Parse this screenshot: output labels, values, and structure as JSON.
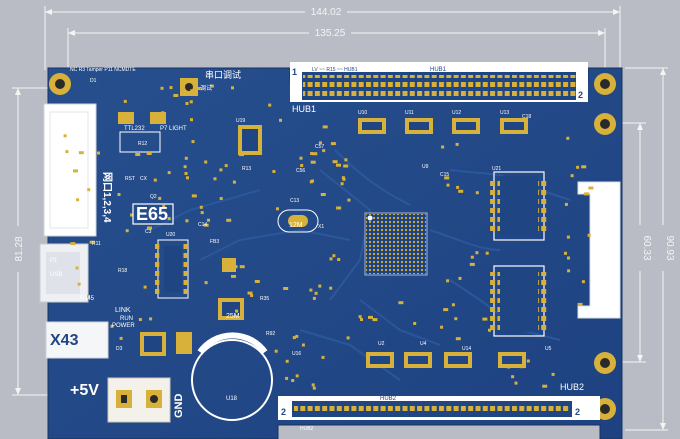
{
  "dimensions": {
    "overall_width": "144.02",
    "hole_spacing": "135.25",
    "left_height": "81.28",
    "right_outer_height": "90.93",
    "right_inner_height": "60.33"
  },
  "silkscreen": {
    "model": "E65",
    "connector_label": "X43",
    "power_label": "+5V",
    "ground_label": "GND",
    "hub_top": "HUB1",
    "hub_bottom": "HUB2",
    "hub_top_title": "HUB1",
    "hub_bottom_title": "HUB2",
    "pin_one": "1",
    "pin_two": "2",
    "serial_text": "串口调试",
    "port_text": "网口1,2,3,4",
    "usb": "USB",
    "rj45": "RJ45",
    "p1": "P1",
    "crystal_12": "12M",
    "crystal_25": "25M",
    "link": "LINK",
    "run": "RUN",
    "power_led": "POWER",
    "u18": "U18",
    "top_header": "LV ~~ R15 ~~ HUB1",
    "bottom_header": "HUB2",
    "mini_top_left": "NC    R3 Tamper P11 NCMDTE",
    "mini_debug": "调试",
    "mini_ttl": "TTL232",
    "mini_light": "P7 LIGHT",
    "mini_u19": "U19",
    "mini_u2": "U2",
    "mini_u4": "U4",
    "mini_u5": "U5",
    "mini_u10": "U10",
    "mini_u11": "U11",
    "mini_u12": "U12",
    "mini_u13": "U13",
    "mini_u14": "U14",
    "mini_u16": "U16",
    "mini_u20": "U20",
    "mini_u21": "U21",
    "mini_x1": "X1",
    "mini_c15": "C15",
    "mini_c18": "C18",
    "mini_d1": "D1",
    "mini_r12": "R12",
    "mini_r13": "R13",
    "mini_rst": "RST",
    "mini_cx": "CX",
    "mini_fb3": "FB3",
    "mini_q2": "Q2",
    "mini_r35": "R35",
    "mini_r18": "R18",
    "mini_r11": "R11",
    "mini_c57": "C57",
    "mini_c56": "C56",
    "mini_c13": "C13",
    "mini_c14": "C14",
    "mini_u9": "U9",
    "mini_c3": "C3",
    "mini_r92": "R92",
    "mini_d3": "D3"
  },
  "colors": {
    "board": "#234a86",
    "board_dark": "#1a3a70",
    "gold": "#d8b13a",
    "silk": "#ffffff",
    "background": "#b9bcc4"
  }
}
